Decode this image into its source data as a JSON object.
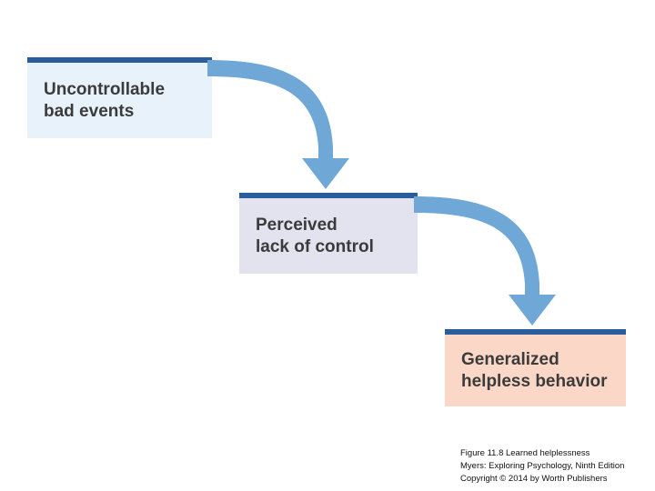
{
  "figure": {
    "boxes": [
      {
        "id": "uncontrollable",
        "label": "Uncontrollable\nbad events",
        "fill": "#e8f2fb",
        "bar": "#2a5d9e"
      },
      {
        "id": "perceived",
        "label": "Perceived\nlack of control",
        "fill": "#e3e2ef",
        "bar": "#2a5d9e"
      },
      {
        "id": "generalized",
        "label": "Generalized\nhelpless behavior",
        "fill": "#fad7c6",
        "bar": "#2a5d9e"
      }
    ],
    "arrows": [
      {
        "id": "arrow-1",
        "from": "uncontrollable",
        "to": "perceived",
        "color": "#6fa8d6"
      },
      {
        "id": "arrow-2",
        "from": "perceived",
        "to": "generalized",
        "color": "#6fa8d6"
      }
    ],
    "caption": {
      "line1": "Figure 11.8  Learned helplessness",
      "line2": "Myers: Exploring Psychology, Ninth Edition",
      "line3": "Copyright © 2014 by Worth Publishers"
    }
  }
}
